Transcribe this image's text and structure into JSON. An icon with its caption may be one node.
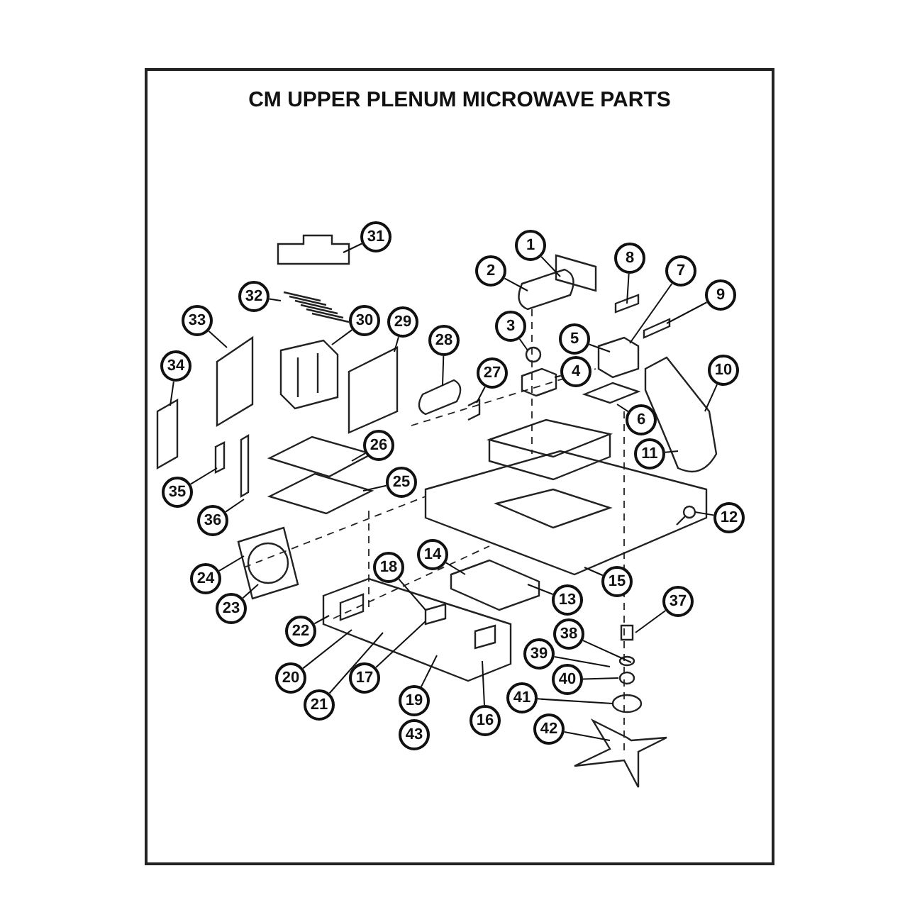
{
  "diagram": {
    "title": "CM UPPER PLENUM MICROWAVE PARTS",
    "nodes": [
      {
        "text": [
          "1"
        ]
      },
      {
        "text": [
          "2"
        ]
      },
      {
        "text": [
          "3"
        ]
      },
      {
        "text": [
          "4"
        ]
      },
      {
        "text": [
          "5"
        ]
      },
      {
        "text": [
          "6"
        ]
      },
      {
        "text": [
          "7"
        ]
      },
      {
        "text": [
          "8"
        ]
      },
      {
        "text": [
          "9"
        ]
      },
      {
        "text": [
          "10"
        ]
      },
      {
        "text": [
          "11"
        ]
      },
      {
        "text": [
          "12"
        ]
      },
      {
        "text": [
          "13"
        ]
      },
      {
        "text": [
          "14"
        ]
      },
      {
        "text": [
          "15"
        ]
      },
      {
        "text": [
          "16"
        ]
      },
      {
        "text": [
          "17"
        ]
      },
      {
        "text": [
          "18"
        ]
      },
      {
        "text": [
          "19"
        ]
      },
      {
        "text": [
          "20"
        ]
      },
      {
        "text": [
          "21"
        ]
      },
      {
        "text": [
          "22"
        ]
      },
      {
        "text": [
          "23"
        ]
      },
      {
        "text": [
          "24"
        ]
      },
      {
        "text": [
          "25"
        ]
      },
      {
        "text": [
          "26"
        ]
      },
      {
        "text": [
          "27"
        ]
      },
      {
        "text": [
          "28"
        ]
      },
      {
        "text": [
          "29"
        ]
      },
      {
        "text": [
          "30"
        ]
      },
      {
        "text": [
          "31"
        ]
      },
      {
        "text": [
          "32"
        ]
      },
      {
        "text": [
          "33"
        ]
      },
      {
        "text": [
          "34"
        ]
      },
      {
        "text": [
          "35"
        ]
      },
      {
        "text": [
          "36"
        ]
      },
      {
        "text": [
          "37"
        ]
      },
      {
        "text": [
          "38"
        ]
      },
      {
        "text": [
          "39"
        ]
      },
      {
        "text": [
          "40"
        ]
      },
      {
        "text": [
          "41"
        ]
      },
      {
        "text": [
          "42"
        ]
      },
      {
        "text": [
          "43"
        ]
      }
    ],
    "edges": [
      {
        "from": 0,
        "to": null,
        "arrow": "none"
      },
      {
        "from": 1,
        "to": null,
        "arrow": "none"
      },
      {
        "from": 2,
        "to": null,
        "arrow": "none"
      },
      {
        "from": 3,
        "to": null,
        "arrow": "none"
      },
      {
        "from": 4,
        "to": null,
        "arrow": "none"
      },
      {
        "from": 5,
        "to": null,
        "arrow": "none"
      },
      {
        "from": 6,
        "to": null,
        "arrow": "none"
      },
      {
        "from": 7,
        "to": null,
        "arrow": "none"
      },
      {
        "from": 8,
        "to": null,
        "arrow": "none"
      },
      {
        "from": 9,
        "to": null,
        "arrow": "none"
      },
      {
        "from": 10,
        "to": null,
        "arrow": "none"
      },
      {
        "from": 11,
        "to": null,
        "arrow": "none"
      },
      {
        "from": 12,
        "to": null,
        "arrow": "none"
      },
      {
        "from": 13,
        "to": null,
        "arrow": "none"
      },
      {
        "from": 14,
        "to": null,
        "arrow": "none"
      },
      {
        "from": 15,
        "to": null,
        "arrow": "none"
      },
      {
        "from": 16,
        "to": null,
        "arrow": "none"
      },
      {
        "from": 17,
        "to": null,
        "arrow": "none"
      },
      {
        "from": 18,
        "to": null,
        "arrow": "none"
      },
      {
        "from": 19,
        "to": null,
        "arrow": "none"
      },
      {
        "from": 20,
        "to": null,
        "arrow": "none"
      },
      {
        "from": 21,
        "to": null,
        "arrow": "none"
      },
      {
        "from": 22,
        "to": null,
        "arrow": "none"
      },
      {
        "from": 23,
        "to": null,
        "arrow": "none"
      },
      {
        "from": 24,
        "to": null,
        "arrow": "none"
      },
      {
        "from": 25,
        "to": null,
        "arrow": "none"
      },
      {
        "from": 26,
        "to": null,
        "arrow": "none"
      },
      {
        "from": 27,
        "to": null,
        "arrow": "none"
      },
      {
        "from": 28,
        "to": null,
        "arrow": "none"
      },
      {
        "from": 29,
        "to": null,
        "arrow": "none"
      },
      {
        "from": 30,
        "to": null,
        "arrow": "none"
      },
      {
        "from": 31,
        "to": null,
        "arrow": "none"
      },
      {
        "from": 32,
        "to": null,
        "arrow": "none"
      },
      {
        "from": 33,
        "to": null,
        "arrow": "none"
      },
      {
        "from": 34,
        "to": null,
        "arrow": "none"
      },
      {
        "from": 35,
        "to": null,
        "arrow": "none"
      },
      {
        "from": 36,
        "to": null,
        "arrow": "none"
      },
      {
        "from": 37,
        "to": null,
        "arrow": "none"
      },
      {
        "from": 38,
        "to": null,
        "arrow": "none"
      },
      {
        "from": 39,
        "to": null,
        "arrow": "none"
      },
      {
        "from": 40,
        "to": null,
        "arrow": "none"
      },
      {
        "from": 41,
        "to": null,
        "arrow": "none"
      }
    ]
  }
}
